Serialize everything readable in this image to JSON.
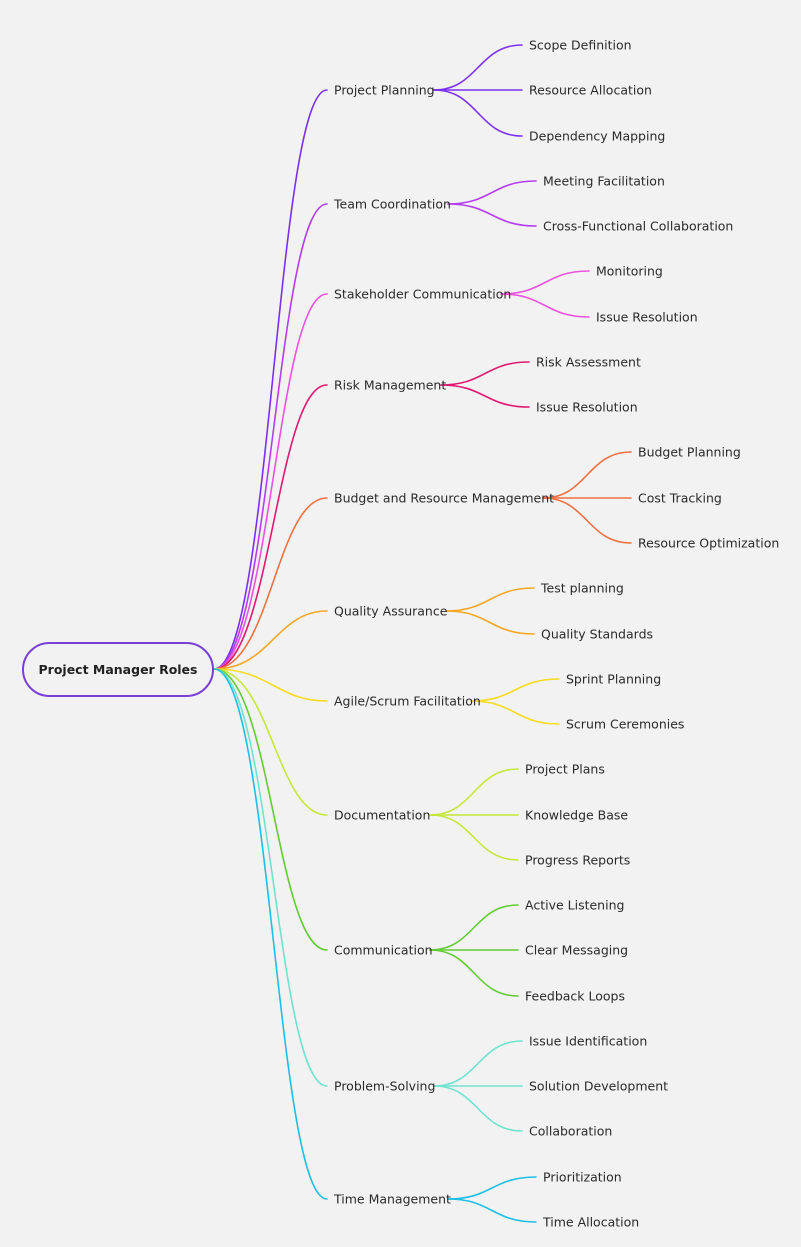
{
  "root": {
    "label": "Project Manager Roles",
    "color": "#7a3fd6"
  },
  "branches": [
    {
      "label": "Project Planning",
      "color": "#7b2ff0",
      "children": [
        "Scope Definition",
        "Resource Allocation",
        "Dependency Mapping"
      ]
    },
    {
      "label": "Team Coordination",
      "color": "#b43df0",
      "children": [
        "Meeting Facilitation",
        "Cross-Functional Collaboration"
      ]
    },
    {
      "label": "Stakeholder Communication",
      "color": "#ec52de",
      "children": [
        "Monitoring",
        "Issue Resolution"
      ]
    },
    {
      "label": "Risk Management",
      "color": "#e0186f",
      "children": [
        "Risk Assessment",
        "Issue Resolution"
      ]
    },
    {
      "label": "Budget and Resource Management",
      "color": "#f07040",
      "children": [
        "Budget Planning",
        "Cost Tracking",
        "Resource Optimization"
      ]
    },
    {
      "label": "Quality Assurance",
      "color": "#f5a623",
      "children": [
        "Test planning",
        "Quality Standards"
      ]
    },
    {
      "label": "Agile/Scrum Facilitation",
      "color": "#f7dc1e",
      "children": [
        "Sprint Planning",
        "Scrum Ceremonies"
      ]
    },
    {
      "label": "Documentation",
      "color": "#c5e83a",
      "children": [
        "Project Plans",
        "Knowledge Base",
        "Progress Reports"
      ]
    },
    {
      "label": "Communication",
      "color": "#62cc35",
      "children": [
        "Active Listening",
        "Clear Messaging",
        "Feedback Loops"
      ]
    },
    {
      "label": "Problem-Solving",
      "color": "#70e3cd",
      "children": [
        "Issue Identification",
        "Solution Development",
        "Collaboration"
      ]
    },
    {
      "label": "Time Management",
      "color": "#1ebfe6",
      "children": [
        "Prioritization",
        "Time Allocation"
      ]
    }
  ]
}
